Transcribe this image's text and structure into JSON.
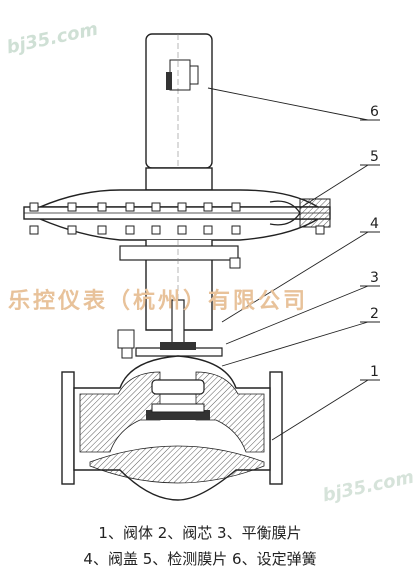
{
  "callouts": [
    "6",
    "5",
    "4",
    "3",
    "2",
    "1"
  ],
  "watermark": "乐控仪表（杭州）有限公司",
  "corner_marks": [
    "bj35.com",
    "bj35.com"
  ],
  "legend": {
    "line1": "1、阀体 2、阀芯 3、平衡膜片",
    "line2": "4、阀盖 5、检测膜片 6、设定弹簧"
  }
}
